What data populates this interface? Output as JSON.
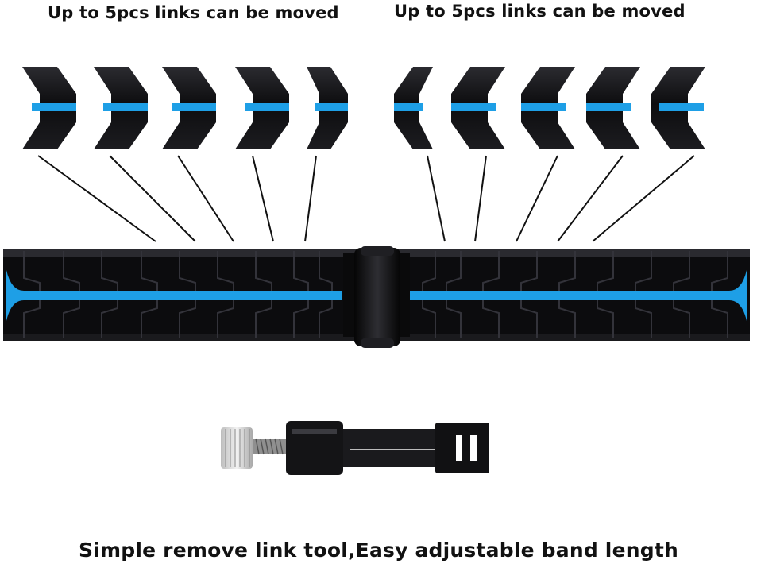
{
  "captions": {
    "left": "Up to 5pcs links can be moved",
    "right": "Up to 5pcs links can be moved",
    "bottom": "Simple remove link tool,Easy adjustable band length"
  },
  "colors": {
    "link_metal": "#0e0e10",
    "link_highlight": "#3a3a3f",
    "accent_stripe": "#1e9fe6",
    "tool_knob": "#d8d8d8",
    "tool_body": "#151515"
  },
  "removable_links": {
    "left_count": 5,
    "right_count": 5
  }
}
